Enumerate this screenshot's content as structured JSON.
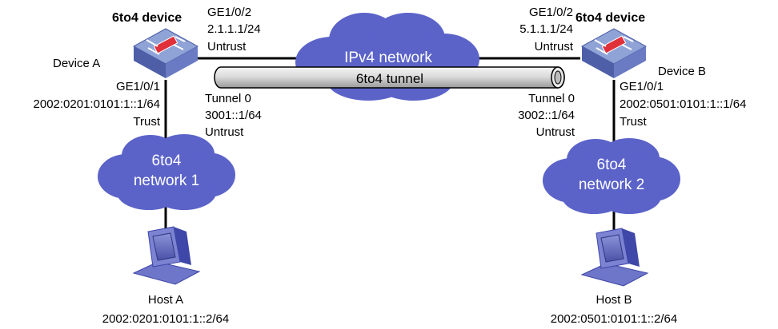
{
  "colors": {
    "cloud": "#5b63c9",
    "cloud_dark": "#3f47a8",
    "device_top": "#8fa3d6",
    "device_side": "#4e5fa8",
    "firewall_red": "#e0303a",
    "tunnel_fill": "#d9d9d9",
    "link": "#000000"
  },
  "ipv4_network": {
    "label": "IPv4 network",
    "icon": "cloud-icon"
  },
  "tunnel": {
    "label": "6to4 tunnel"
  },
  "device_a": {
    "title": "6to4 device",
    "name": "Device A",
    "icon": "firewall-device-icon",
    "ge2": {
      "iface": "GE1/0/2",
      "ip": "2.1.1.1/24",
      "zone": "Untrust"
    },
    "ge1": {
      "iface": "GE1/0/1",
      "ip": "2002:0201:0101:1::1/64",
      "zone": "Trust"
    },
    "tunnel": {
      "iface": "Tunnel 0",
      "ip": "3001::1/64",
      "zone": "Untrust"
    }
  },
  "device_b": {
    "title": "6to4 device",
    "name": "Device B",
    "icon": "firewall-device-icon",
    "ge2": {
      "iface": "GE1/0/2",
      "ip": "5.1.1.1/24",
      "zone": "Untrust"
    },
    "ge1": {
      "iface": "GE1/0/1",
      "ip": "2002:0501:0101:1::1/64",
      "zone": "Trust"
    },
    "tunnel": {
      "iface": "Tunnel 0",
      "ip": "3002::1/64",
      "zone": "Untrust"
    }
  },
  "network_1": {
    "line1": "6to4",
    "line2": "network 1",
    "icon": "cloud-icon"
  },
  "network_2": {
    "line1": "6to4",
    "line2": "network 2",
    "icon": "cloud-icon"
  },
  "host_a": {
    "name": "Host A",
    "ip": "2002:0201:0101:1::2/64",
    "icon": "computer-icon"
  },
  "host_b": {
    "name": "Host B",
    "ip": "2002:0501:0101:1::2/64",
    "icon": "computer-icon"
  }
}
